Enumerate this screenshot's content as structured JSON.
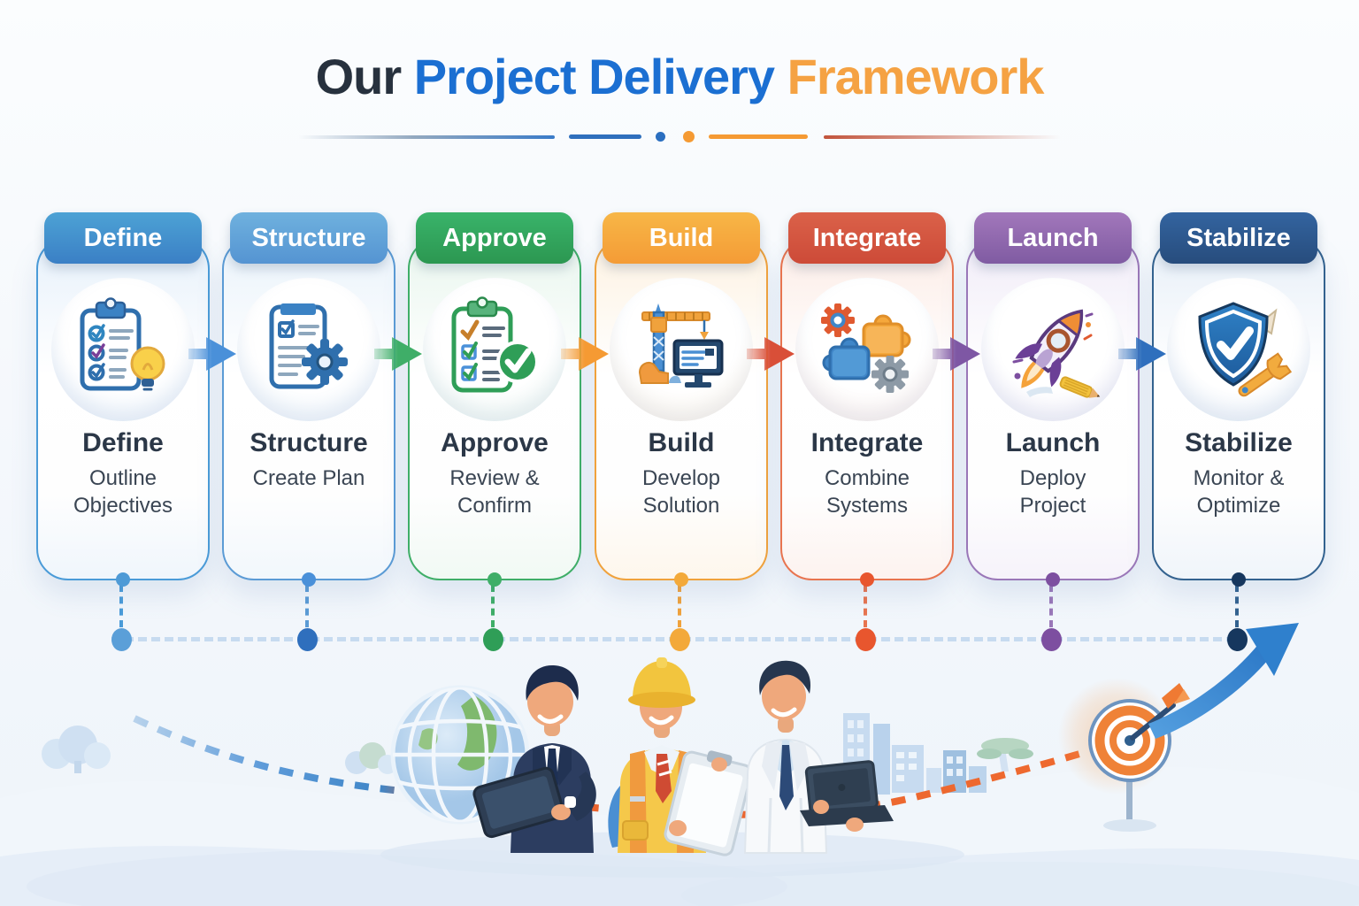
{
  "title": {
    "prefix": "Our",
    "emphasis": "Project Delivery",
    "suffix": "Framework"
  },
  "palette": {
    "accent_blue": "#1b6fd2",
    "accent_orange": "#f5a243",
    "text_dark": "#2b3747",
    "timeline_dash": "#c3d9ef",
    "growth_arrow_blue": "#2f80cd",
    "trajectory_orange": "#ef6a2f"
  },
  "stages": [
    {
      "name": "define",
      "header_label": "Define",
      "title": "Define",
      "subtitle": "Outline Objectives",
      "icon": "clipboard-checklist-lightbulb-icon",
      "colors": {
        "header": "#3f88c9",
        "border": "#4a9bd8",
        "tint": "#e7f1fb",
        "dot": "#4e9ad6",
        "timeline_dot": "#5b9fd8",
        "arrow_to_next": "#4a90d9"
      }
    },
    {
      "name": "structure",
      "header_label": "Structure",
      "title": "Structure",
      "subtitle": "Create Plan",
      "icon": "document-gear-icon",
      "colors": {
        "header": "#5b9bd5",
        "border": "#5b9bd5",
        "tint": "#eaf3fb",
        "dot": "#4a90d9",
        "timeline_dot": "#2f6fbd",
        "arrow_to_next": "#3fae68"
      }
    },
    {
      "name": "approve",
      "header_label": "Approve",
      "title": "Approve",
      "subtitle": "Review & Confirm",
      "icon": "clipboard-checkmark-icon",
      "colors": {
        "header": "#2f9e57",
        "border": "#3fae68",
        "tint": "#e9f6ee",
        "dot": "#3fae68",
        "timeline_dot": "#2f9e57",
        "arrow_to_next": "#f59a33"
      }
    },
    {
      "name": "build",
      "header_label": "Build",
      "title": "Build",
      "subtitle": "Develop Solution",
      "icon": "crane-monitor-icon",
      "colors": {
        "header": "#f5a23a",
        "border": "#f0a23c",
        "tint": "#fdf2e2",
        "dot": "#f3a93a",
        "timeline_dot": "#f3a93a",
        "arrow_to_next": "#d94f38"
      }
    },
    {
      "name": "integrate",
      "header_label": "Integrate",
      "title": "Integrate",
      "subtitle": "Combine Systems",
      "icon": "puzzle-gears-icon",
      "colors": {
        "header": "#d0503c",
        "border": "#e8744f",
        "tint": "#fcece6",
        "dot": "#e8562e",
        "timeline_dot": "#e8562e",
        "arrow_to_next": "#7e57a4"
      }
    },
    {
      "name": "launch",
      "header_label": "Launch",
      "title": "Launch",
      "subtitle": "Deploy Project",
      "icon": "rocket-icon",
      "colors": {
        "header": "#8862a8",
        "border": "#9a77b8",
        "tint": "#f1ecf8",
        "dot": "#7d4fa0",
        "timeline_dot": "#7d4fa0",
        "arrow_to_next": "#2f6fbd"
      }
    },
    {
      "name": "stabilize",
      "header_label": "Stabilize",
      "title": "Stabilize",
      "subtitle": "Monitor & Optimize",
      "icon": "shield-check-wrench-icon",
      "colors": {
        "header": "#2a5285",
        "border": "#33628f",
        "tint": "#e7eff8",
        "dot": "#16375e",
        "timeline_dot": "#16375e",
        "arrow_to_next": null
      }
    }
  ],
  "illustration": {
    "elements": [
      "globe-icon",
      "businessman-with-tablet",
      "construction-worker-with-clipboard",
      "scientist-with-laptop",
      "city-skyline",
      "trees-bushes",
      "dashed-trajectory",
      "target-with-dart-icon",
      "growth-arrow-icon"
    ]
  }
}
